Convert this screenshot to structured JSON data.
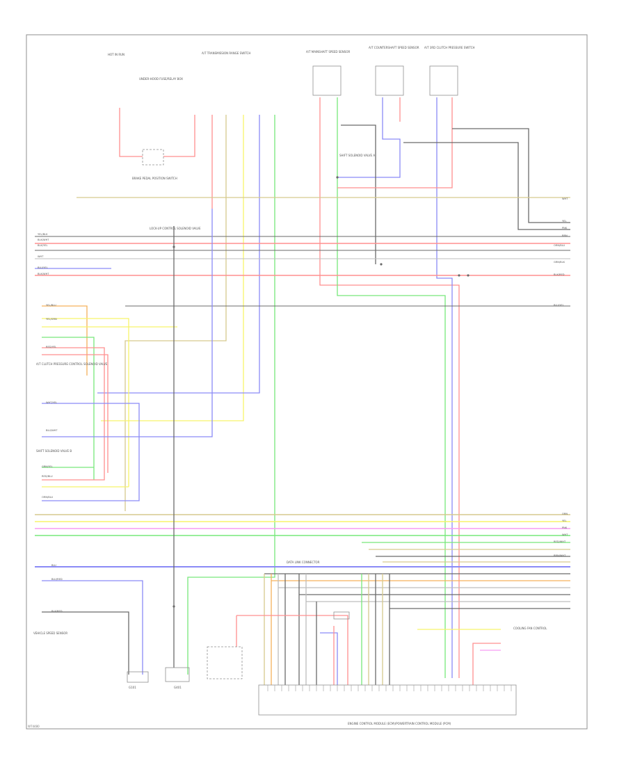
{
  "colors": {
    "red": "#ff8f8f",
    "yellow": "#f7f36a",
    "green": "#77e87a",
    "blue": "#8a8af6",
    "orange": "#f5b15a",
    "pink": "#f79cf4",
    "olive": "#d6c98d",
    "black": "#6a6a6a",
    "gray": "#bdbdbd",
    "frame": "#8f8f8f"
  },
  "labels": {
    "figure_code": "W74480",
    "components": {
      "fuse_block": "HOT IN RUN",
      "fuse_box_text": "UNDER-HOOD FUSE/RELAY BOX",
      "brake_switch": "BRAKE PEDAL POSITION SWITCH",
      "transmission_range": "A/T TRANSMISSION RANGE SWITCH",
      "speed_sensor_1": "A/T MAINSHAFT SPEED SENSOR",
      "speed_sensor_2": "A/T COUNTERSHAFT SPEED SENSOR",
      "speed_sensor_3": "A/T 3RD CLUTCH PRESSURE SWITCH",
      "sol_valve_a": "SHIFT SOLENOID VALVE A",
      "sol_valve_b": "SHIFT SOLENOID VALVE B",
      "lock_up": "LOCK-UP CONTROL SOLENOID VALVE",
      "linear_sol": "A/T CLUTCH PRESSURE CONTROL SOLENOID VALVE",
      "dlc": "DATA LINK CONNECTOR",
      "ecm": "ENGINE CONTROL MODULE (ECM)/POWERTRAIN CONTROL MODULE (PCM)",
      "cooling_fan": "COOLING FAN CONTROL",
      "vss": "VEHICLE SPEED SENSOR",
      "ground_1": "G101",
      "ground_2": "G401"
    },
    "left_wires": [
      "YEL/BLK",
      "BLK/WHT",
      "BLK/YEL",
      "WHT",
      "BLU/YEL",
      "BLK/WHT",
      "YEL/BLU",
      "YEL/GRN",
      "RED/YEL",
      "WHT/YEL",
      "BLU/WHT",
      "GRN/YEL",
      "RED/BLU",
      "ORN/BLU",
      "BLU",
      "BLU/RED",
      "BLK/RED"
    ],
    "right_wires": [
      "WHT",
      "YEL",
      "PNK",
      "BRN",
      "ORN/BLU",
      "GRN/BLK",
      "BLK/RED",
      "BLU/YEL",
      "RED/WHT",
      "BRN/WHT"
    ],
    "bus_labels": [
      "ORN",
      "YEL",
      "PNK",
      "WHT"
    ]
  }
}
